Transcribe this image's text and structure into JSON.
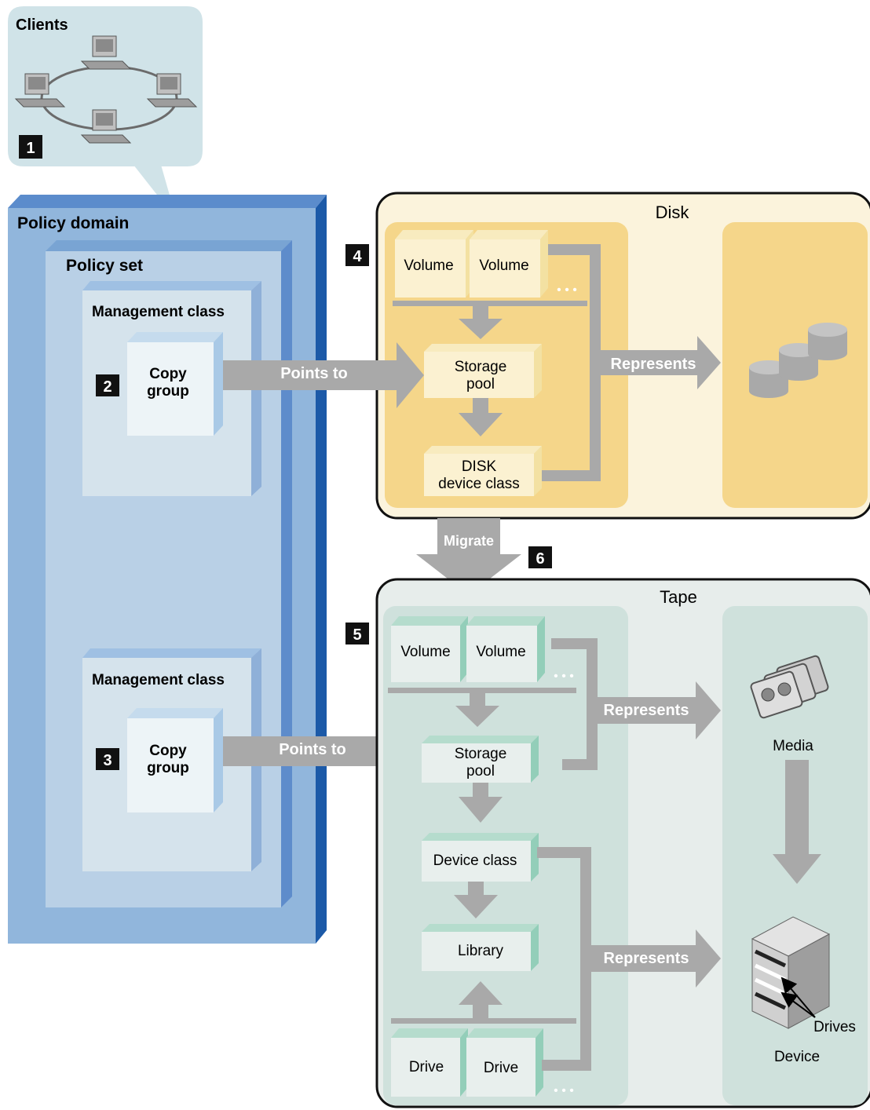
{
  "clients": {
    "title": "Clients"
  },
  "callouts": {
    "n1": "1",
    "n2": "2",
    "n3": "3",
    "n4": "4",
    "n5": "5",
    "n6": "6"
  },
  "policy": {
    "domain": "Policy domain",
    "set": "Policy set",
    "mgmt_class_1": "Management class",
    "mgmt_class_2": "Management class",
    "copy_group_1": [
      "Copy",
      "group"
    ],
    "copy_group_2": [
      "Copy",
      "group"
    ]
  },
  "arrows": {
    "points_to_1": "Points to",
    "points_to_2": "Points to",
    "represents_disk": "Represents",
    "represents_media": "Represents",
    "represents_device": "Represents",
    "migrate": "Migrate"
  },
  "disk": {
    "title": "Disk",
    "volume_1": "Volume",
    "volume_2": "Volume",
    "storage_pool": [
      "Storage",
      "pool"
    ],
    "device_class": [
      "DISK",
      "device class"
    ]
  },
  "tape": {
    "title": "Tape",
    "volume_1": "Volume",
    "volume_2": "Volume",
    "storage_pool": [
      "Storage",
      "pool"
    ],
    "device_class": "Device class",
    "library": "Library",
    "drive_1": "Drive",
    "drive_2": "Drive",
    "media": "Media",
    "drives": "Drives",
    "device": "Device"
  },
  "colors": {
    "policy_blue": "#5b8ccc",
    "disk_yellow": "#f5d68a",
    "tape_green": "#cfe1dc",
    "arrow_gray": "#a9a9a9"
  }
}
